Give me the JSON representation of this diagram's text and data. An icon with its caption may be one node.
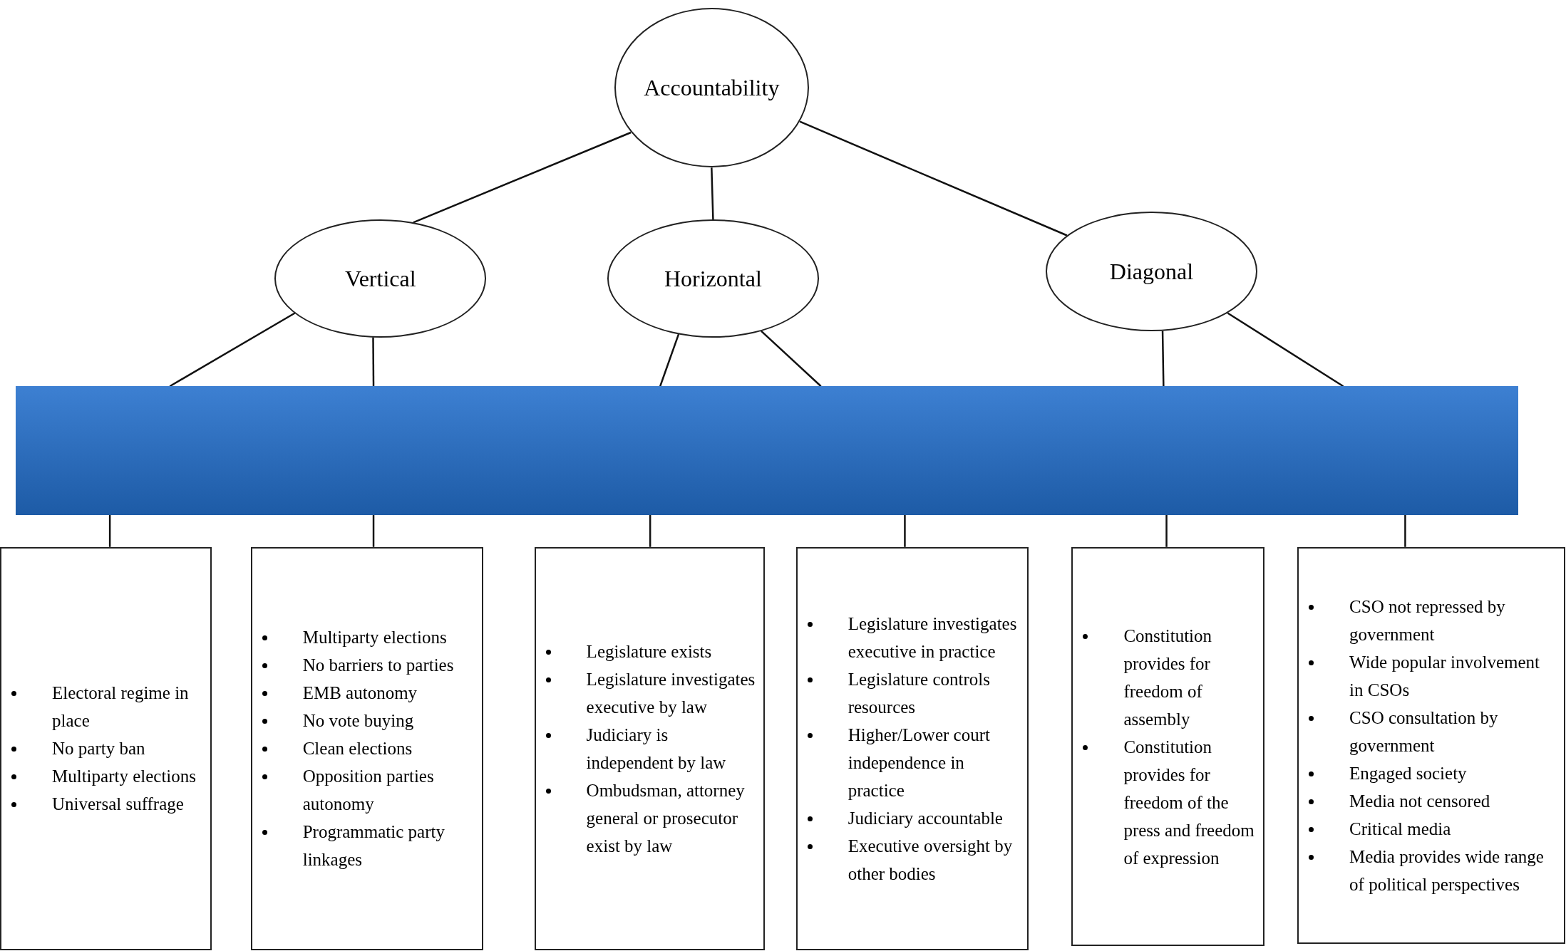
{
  "diagram": {
    "nodes": [
      {
        "text": [
          "Accountability"
        ]
      },
      {
        "text": [
          "Vertical"
        ]
      },
      {
        "text": [
          "Horizontal"
        ]
      },
      {
        "text": [
          "Diagonal"
        ]
      },
      {
        "text": [],
        "shape": "bar"
      },
      {
        "text": [
          "Electoral regime in place",
          "No party ban",
          "Multiparty elections",
          "Universal suffrage"
        ]
      },
      {
        "text": [
          "Multiparty elections",
          "No barriers to parties",
          "EMB autonomy",
          "No vote buying",
          "Clean elections",
          "Opposition parties autonomy",
          "Programmatic party linkages"
        ]
      },
      {
        "text": [
          "Legislature exists",
          "Legislature investigates executive by law",
          "Judiciary is independent by law",
          "Ombudsman, attorney general or prosecutor exist by law"
        ]
      },
      {
        "text": [
          "Legislature investigates executive in practice",
          "Legislature controls resources",
          "Higher/Lower court independence in practice",
          "Judiciary accountable",
          "Executive oversight by other bodies"
        ]
      },
      {
        "text": [
          "Constitution provides for freedom of assembly",
          "Constitution provides for freedom of the press and freedom of expression"
        ]
      },
      {
        "text": [
          "CSO not repressed by government",
          "Wide popular involvement in CSOs",
          "CSO consultation by government",
          "Engaged society",
          "Media not censored",
          "Critical media",
          "Media provides wide range of political perspectives"
        ]
      }
    ],
    "edges": [
      {
        "from": 0,
        "to": 1,
        "arrow": "none"
      },
      {
        "from": 0,
        "to": 2,
        "arrow": "none"
      },
      {
        "from": 0,
        "to": 3,
        "arrow": "none"
      },
      {
        "from": 1,
        "to": 4,
        "arrow": "none"
      },
      {
        "from": 1,
        "to": 4,
        "arrow": "none"
      },
      {
        "from": 2,
        "to": 4,
        "arrow": "none"
      },
      {
        "from": 2,
        "to": 4,
        "arrow": "none"
      },
      {
        "from": 3,
        "to": 4,
        "arrow": "none"
      },
      {
        "from": 3,
        "to": 4,
        "arrow": "none"
      },
      {
        "from": 4,
        "to": 5,
        "arrow": "none"
      },
      {
        "from": 4,
        "to": 6,
        "arrow": "none"
      },
      {
        "from": 4,
        "to": 7,
        "arrow": "none"
      },
      {
        "from": 4,
        "to": 8,
        "arrow": "none"
      },
      {
        "from": 4,
        "to": 9,
        "arrow": "none"
      },
      {
        "from": 4,
        "to": 10,
        "arrow": "none"
      }
    ]
  }
}
